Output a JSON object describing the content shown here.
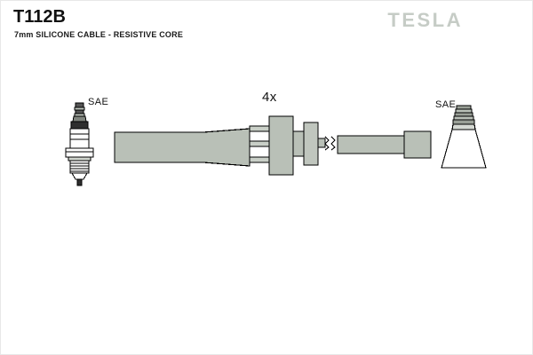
{
  "document": {
    "part_number": "T112B",
    "description": "7mm SILICONE CABLE - RESISTIVE CORE",
    "brand": "TESLA",
    "background_color": "#ffffff"
  },
  "labels": {
    "sae_left": "SAE",
    "sae_right": "SAE",
    "quantity": "4x"
  },
  "colors": {
    "metal_fill": "#b9c0b7",
    "metal_fill_light": "#c9cfc7",
    "outline": "#000000",
    "logo_gray": "#c6ccc6",
    "white_fill": "#ffffff",
    "dark_fill": "#3a3a3a"
  },
  "diagram": {
    "type": "ignition-cable-assembly",
    "components": [
      {
        "name": "spark-plug",
        "label": "SAE",
        "side": "left"
      },
      {
        "name": "plug-boot",
        "label": "",
        "side": "center-left"
      },
      {
        "name": "connector-body",
        "label": "4x",
        "side": "center"
      },
      {
        "name": "cable-run",
        "label": "",
        "side": "center-right"
      },
      {
        "name": "terminal-cap",
        "label": "",
        "side": "right"
      },
      {
        "name": "distributor-boot",
        "label": "SAE",
        "side": "right"
      }
    ]
  }
}
